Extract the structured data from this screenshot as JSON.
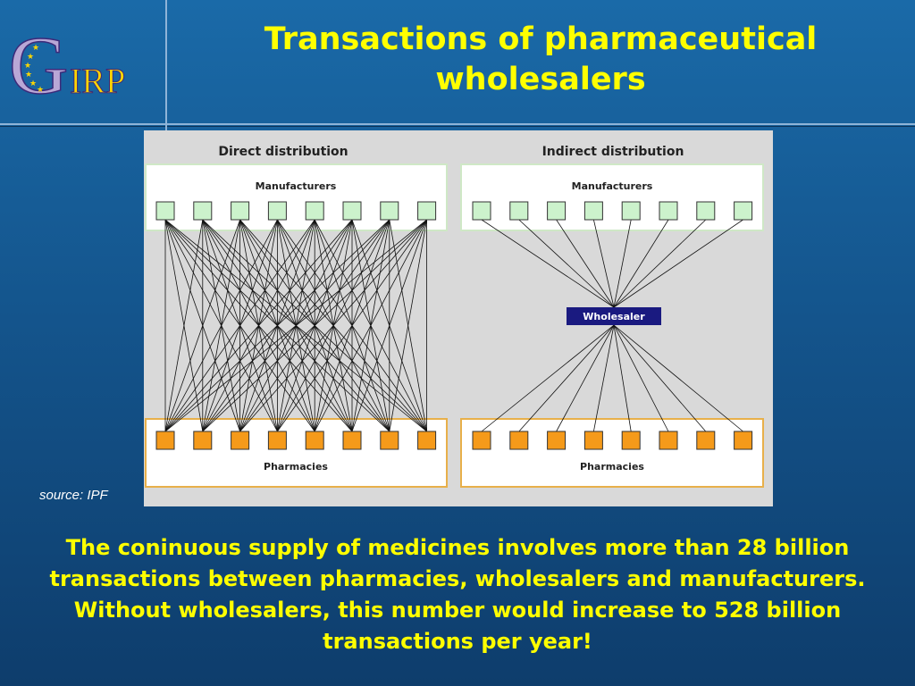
{
  "logo": {
    "text_g": "G",
    "text_rest": "IRP"
  },
  "title": "Transactions of pharmaceutical wholesalers",
  "diagram": {
    "direct": {
      "heading": "Direct distribution",
      "manufacturers_label": "Manufacturers",
      "pharmacies_label": "Pharmacies",
      "manufacturer_count": 8,
      "pharmacy_count": 8
    },
    "indirect": {
      "heading": "Indirect distribution",
      "manufacturers_label": "Manufacturers",
      "wholesaler_label": "Wholesaler",
      "pharmacies_label": "Pharmacies",
      "manufacturer_count": 8,
      "pharmacy_count": 8
    }
  },
  "source": "source: IPF",
  "caption": "The coninuous supply of medicines involves more than 28 billion transactions between pharmacies, wholesalers and manufacturers. Without wholesalers, this number would increase to 528 billion transactions per year!"
}
